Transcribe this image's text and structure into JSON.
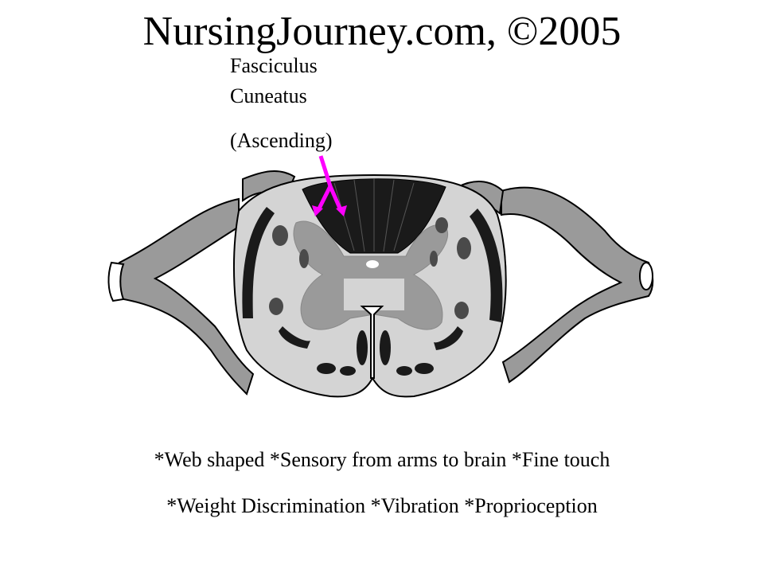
{
  "title": "NursingJourney.com, ©2005",
  "label": {
    "line1": "Fasciculus",
    "line2": "Cuneatus",
    "line3": "(Ascending)"
  },
  "captions": {
    "line1": "*Web shaped *Sensory from arms to brain *Fine touch",
    "line2": "*Weight Discrimination *Vibration *Proprioception"
  },
  "colors": {
    "arrow": "#ff00ff",
    "dark": "#1a1a1a",
    "mid": "#9a9a9a",
    "light": "#d4d4d4",
    "darkgray": "#4a4a4a"
  }
}
